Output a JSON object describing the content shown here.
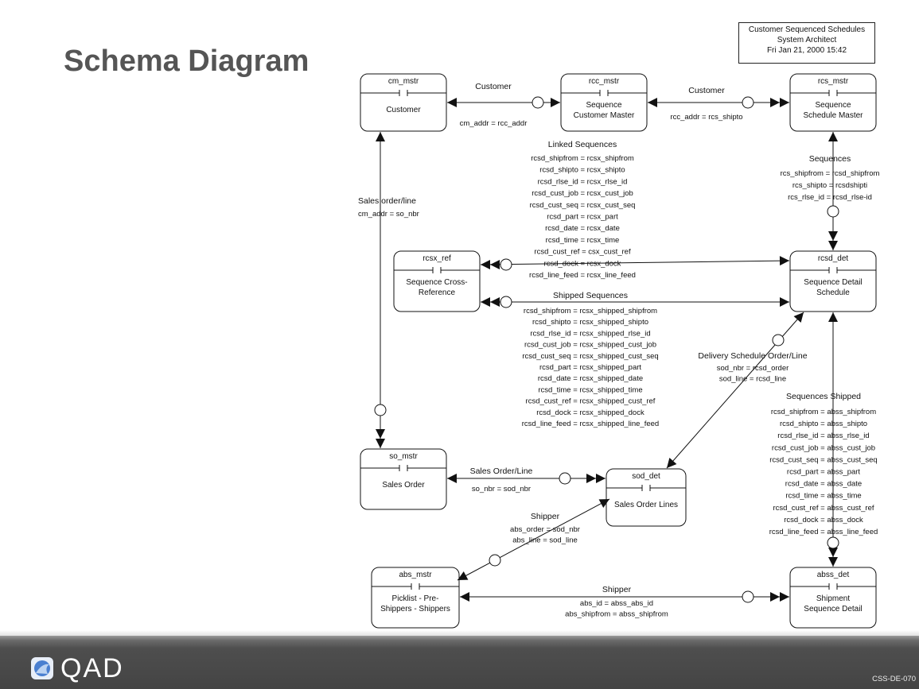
{
  "title": "Schema Diagram",
  "stamp": {
    "line1": "Customer Sequenced Schedules",
    "line2": "System Architect",
    "line3": "Fri Jan 21, 2000  15:42"
  },
  "entities": {
    "cm_mstr": {
      "code": "cm_mstr",
      "name": [
        "Customer"
      ]
    },
    "rcc_mstr": {
      "code": "rcc_mstr",
      "name": [
        "Sequence",
        "Customer Master"
      ]
    },
    "rcs_mstr": {
      "code": "rcs_mstr",
      "name": [
        "Sequence",
        "Schedule Master"
      ]
    },
    "rcsx_ref": {
      "code": "rcsx_ref",
      "name": [
        "Sequence Cross-",
        "Reference"
      ]
    },
    "rcsd_det": {
      "code": "rcsd_det",
      "name": [
        "Sequence Detail",
        "Schedule"
      ]
    },
    "so_mstr": {
      "code": "so_mstr",
      "name": [
        "Sales Order"
      ]
    },
    "sod_det": {
      "code": "sod_det",
      "name": [
        "Sales Order Lines"
      ]
    },
    "abs_mstr": {
      "code": "abs_mstr",
      "name": [
        "Picklist - Pre-",
        "Shippers - Shippers"
      ]
    },
    "abss_det": {
      "code": "abss_det",
      "name": [
        "Shipment",
        "Sequence Detail"
      ]
    }
  },
  "relations": {
    "cm_rcc": {
      "title": "Customer",
      "lines": [
        "cm_addr = rcc_addr"
      ]
    },
    "rcc_rcs": {
      "title": "Customer",
      "lines": [
        "rcc_addr = rcs_shipto"
      ]
    },
    "rcs_rcsd": {
      "title": "Sequences",
      "lines": [
        "rcs_shipfrom = rcsd_shipfrom",
        "rcs_shipto = rcsdshipti",
        "rcs_rlse_id = rcsd_rlse-id"
      ]
    },
    "linked": {
      "title": "Linked Sequences",
      "lines": [
        "rcsd_shipfrom = rcsx_shipfrom",
        "rcsd_shipto = rcsx_shipto",
        "rcsd_rlse_id = rcsx_rlse_id",
        "rcsd_cust_job = rcsx_cust_job",
        "rcsd_cust_seq = rcsx_cust_seq",
        "rcsd_part = rcsx_part",
        "rcsd_date = rcsx_date",
        "rcsd_time = rcsx_time",
        "rcsd_cust_ref = csx_cust_ref",
        "rcsd_dock = rcsx_dock",
        "rcsd_line_feed = rcsx_line_feed"
      ]
    },
    "shipped": {
      "title": "Shipped Sequences",
      "lines": [
        "rcsd_shipfrom = rcsx_shipped_shipfrom",
        "rcsd_shipto = rcsx_shipped_shipto",
        "rcsd_rlse_id = rcsx_shipped_rlse_id",
        "rcsd_cust_job = rcsx_shipped_cust_job",
        "rcsd_cust_seq = rcsx_shipped_cust_seq",
        "rcsd_part = rcsx_shipped_part",
        "rcsd_date = rcsx_shipped_date",
        "rcsd_time = rcsx_shipped_time",
        "rcsd_cust_ref = rcsx_shipped_cust_ref",
        "rcsd_dock = rcsx_shipped_dock",
        "rcsd_line_feed = rcsx_shipped_line_feed"
      ]
    },
    "cm_so": {
      "title": "Sales order/line",
      "lines": [
        "cm_addr = so_nbr"
      ]
    },
    "delivery": {
      "title": "Delivery Schedule Order/Line",
      "lines": [
        "sod_nbr = rcsd_order",
        "sod_line = rcsd_line"
      ]
    },
    "seq_shipped": {
      "title": "Sequences Shipped",
      "lines": [
        "rcsd_shipfrom = abss_shipfrom",
        "rcsd_shipto = abss_shipto",
        "rcsd_rlse_id = abss_rlse_id",
        "rcsd_cust_job = abss_cust_job",
        "rcsd_cust_seq = abss_cust_seq",
        "rcsd_part = abss_part",
        "rcsd_date = abss_date",
        "rcsd_time = abss_time",
        "rcsd_cust_ref = abss_cust_ref",
        "rcsd_dock = abss_dock",
        "rcsd_line_feed = abss_line_feed"
      ]
    },
    "so_sod": {
      "title": "Sales Order/Line",
      "lines": [
        "so_nbr = sod_nbr"
      ]
    },
    "shipper_sod": {
      "title": "Shipper",
      "lines": [
        "abs_order = sod_nbr",
        "abs_line = sod_line"
      ]
    },
    "shipper_abss": {
      "title": "Shipper",
      "lines": [
        "abs_id = abss_abs_id",
        "abs_shipfrom = abss_shipfrom"
      ]
    }
  },
  "footer": {
    "logo_text": "QAD",
    "code": "CSS-DE-070"
  }
}
